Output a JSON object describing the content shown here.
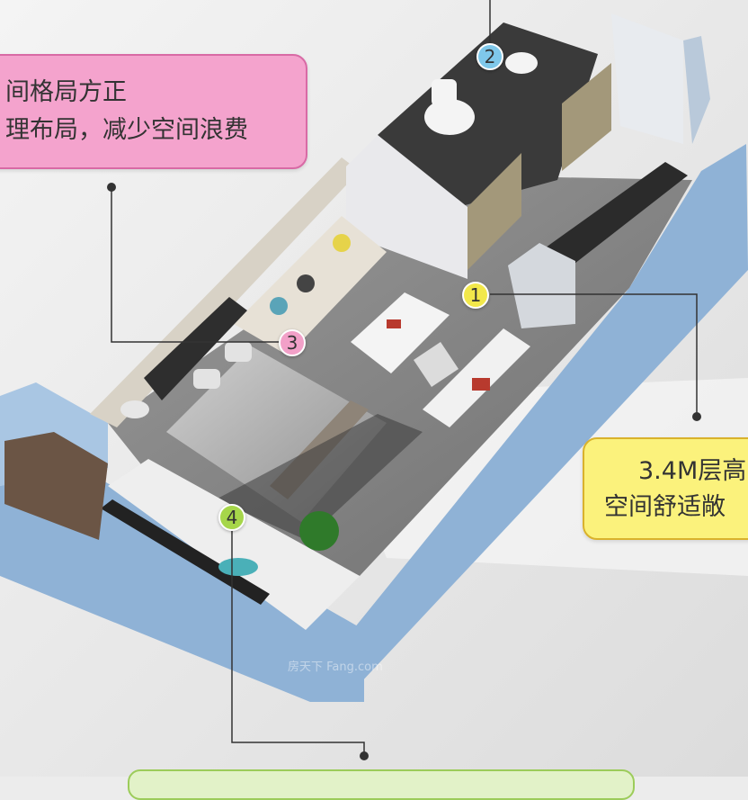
{
  "callouts": {
    "top_left": {
      "line1": "间格局方正",
      "line2": "理布局，减少空间浪费",
      "color": "#f4a3cd"
    },
    "right": {
      "line1": "3.4M层高",
      "line2": "空间舒适敞",
      "color": "#fbf27c"
    },
    "bottom": {
      "color": "#e2f2c8"
    }
  },
  "markers": [
    {
      "label": "1",
      "color": "#f2e84a"
    },
    {
      "label": "2",
      "color": "#7fc8ea"
    },
    {
      "label": "3",
      "color": "#f2a0c8"
    },
    {
      "label": "4",
      "color": "#a6d64a"
    }
  ],
  "watermark": "房天下 Fang.com"
}
